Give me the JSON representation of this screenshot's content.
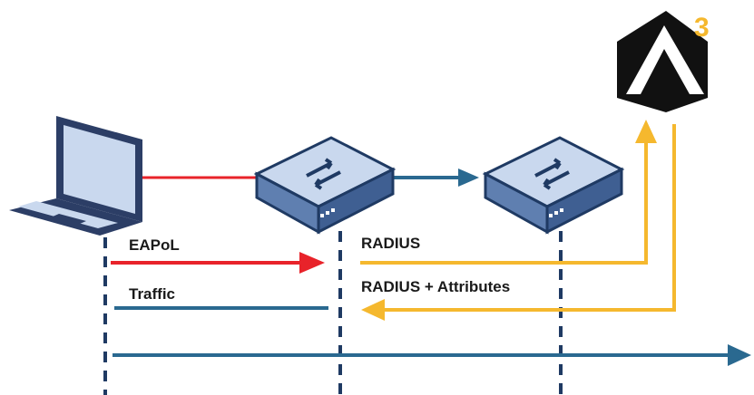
{
  "diagram": {
    "labels": {
      "eapol": "EAPoL",
      "traffic": "Traffic",
      "radius": "RADIUS",
      "radius_attributes": "RADIUS + Attributes"
    },
    "logo": {
      "badge": "3"
    },
    "colors": {
      "eapol": "#e8232a",
      "traffic": "#2a6990",
      "radius": "#f5b82e",
      "dashed_line": "#1f3a63",
      "switch_body": "#5f7fb0",
      "switch_face": "#c9d8ee",
      "laptop_body": "#2c3e66",
      "laptop_screen": "#c9d8ee",
      "logo_black": "#111111",
      "logo_badge": "#f5b82e"
    },
    "icons": [
      "laptop-icon",
      "switch-icon",
      "switch-icon",
      "server-logo-icon"
    ]
  }
}
